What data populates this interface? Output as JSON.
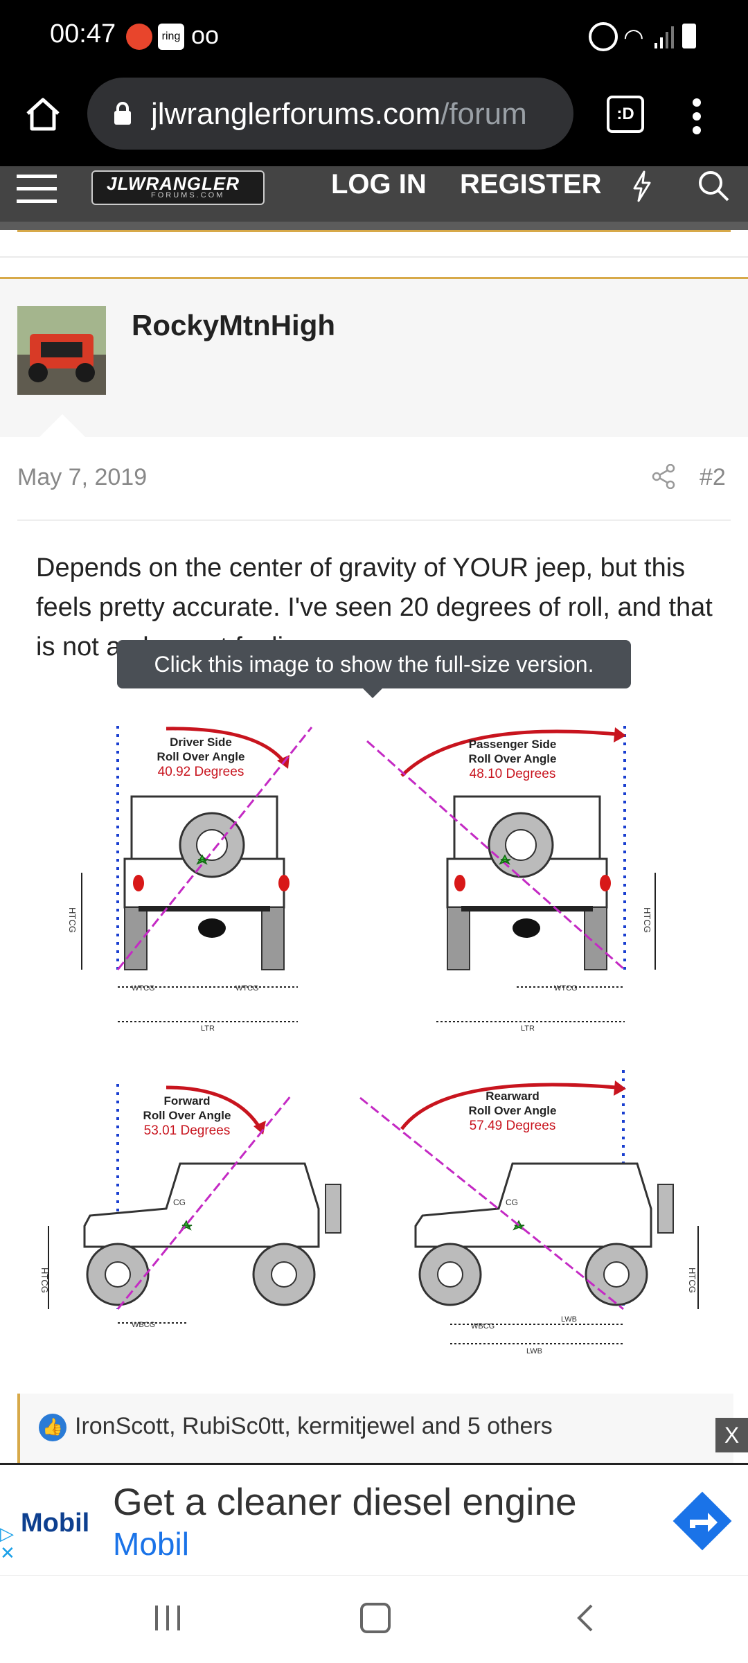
{
  "status_bar": {
    "time": "00:47",
    "icons": [
      "voicemail-icon",
      "ring-icon",
      "app-icon",
      "alarm-icon",
      "wifi-icon",
      "signal-icon",
      "battery-icon"
    ]
  },
  "browser": {
    "url_host": "jlwranglerforums.com",
    "url_path": "/forum",
    "tab_count_label": ":D"
  },
  "forum_nav": {
    "logo_text": "JLWRANGLER",
    "logo_sub": "FORUMS.COM",
    "login_label": "LOG IN",
    "register_label": "REGISTER"
  },
  "post": {
    "username": "RockyMtnHigh",
    "date": "May 7, 2019",
    "post_number": "#2",
    "body_text": "Depends on the center of gravity of YOUR jeep, but this feels pretty accurate. I've seen 20 degrees of roll, and that is not a pleasant feeling.",
    "tooltip": "Click this image to show the full-size version.",
    "reactions_text": "IronScott, RubiSc0tt, kermitjewel and 5 others"
  },
  "diagram": {
    "panels": [
      {
        "title1": "Driver Side",
        "title2": "Roll Over Angle",
        "angle": "40.92 Degrees"
      },
      {
        "title1": "Passenger Side",
        "title2": "Roll Over Angle",
        "angle": "48.10 Degrees"
      },
      {
        "title1": "Forward",
        "title2": "Roll Over Angle",
        "angle": "53.01 Degrees"
      },
      {
        "title1": "Rearward",
        "title2": "Roll Over Angle",
        "angle": "57.49 Degrees"
      }
    ],
    "labels": {
      "htcg": "HTCG",
      "wtcg": "WTCG",
      "ltr": "LTR",
      "wbcg": "WBCG",
      "lwb": "LWB",
      "cg": "CG"
    }
  },
  "ad": {
    "close_label": "X",
    "brand": "Mobil",
    "headline": "Get a cleaner diesel engine",
    "sub": "Mobil"
  }
}
